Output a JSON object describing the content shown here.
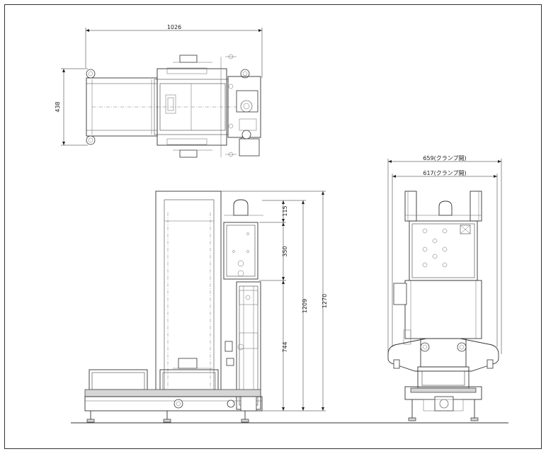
{
  "drawing": {
    "top_view": {
      "overall_length": "1026",
      "overall_width": "438"
    },
    "side_view": {
      "total_height": "1270",
      "height_1209": "1209",
      "seg_top": "115",
      "seg_mid": "350",
      "seg_bottom": "744"
    },
    "front_view": {
      "width_outer": "659(クランプ開)",
      "width_inner": "617(クランプ開)"
    }
  }
}
